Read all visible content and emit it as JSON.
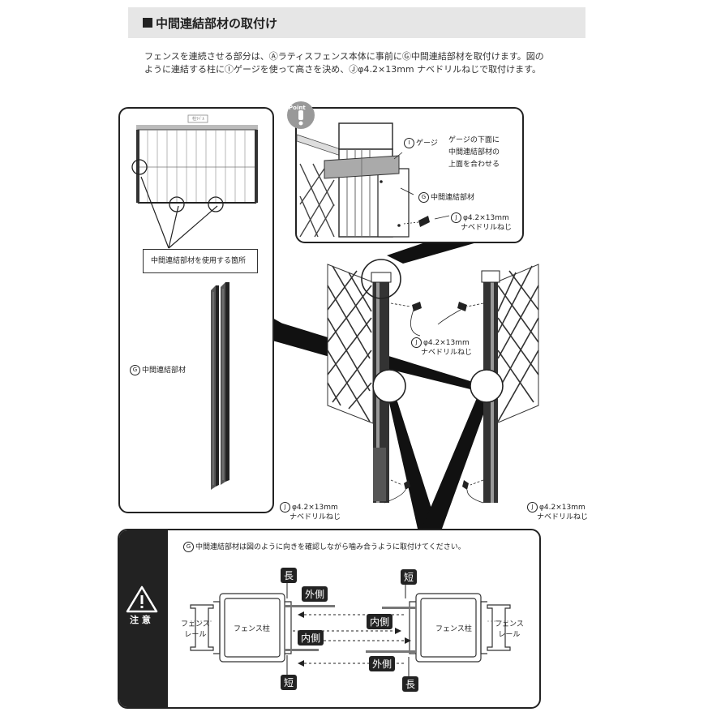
{
  "header": {
    "title": "中間連結部材の取付け"
  },
  "intro": {
    "line1": "フェンスを連続させる部分は、Ⓐラティスフェンス本体に事前にⒼ中間連結部材を取付けます。図の",
    "line2": "ように連結する柱にⒾゲージを使って高さを決め、Ⓙφ4.2×13mm ナベドリルねじで取付けます。"
  },
  "left_panel": {
    "box_label": "中間連結部材を使用する箇所",
    "part_letter": "G",
    "part_label": "中間連結部材",
    "mini_label": "柱ﾗﾍﾞﾙ"
  },
  "point_panel": {
    "badge": "Point",
    "gauge_letter": "I",
    "gauge_label": "ゲージ",
    "gauge_note1": "ゲージの下面に",
    "gauge_note2": "中間連結部材の",
    "gauge_note3": "上面を合わせる",
    "part_letter": "G",
    "part_label": "中間連結部材",
    "screw_letter": "J",
    "screw_size": "φ4.2×13mm",
    "screw_name": "ナベドリルねじ"
  },
  "main_diagram": {
    "screw_letter": "J",
    "screw_size": "φ4.2×13mm",
    "screw_name": "ナベドリルねじ"
  },
  "caution": {
    "heading": "注 意",
    "part_letter": "G",
    "note": "中間連結部材は図のように向きを確認しながら噛み合うように取付けてください。",
    "long": "長",
    "short": "短",
    "outer": "外側",
    "inner": "内側",
    "post": "フェンス柱",
    "rail1": "フェンス",
    "rail2": "レール"
  }
}
